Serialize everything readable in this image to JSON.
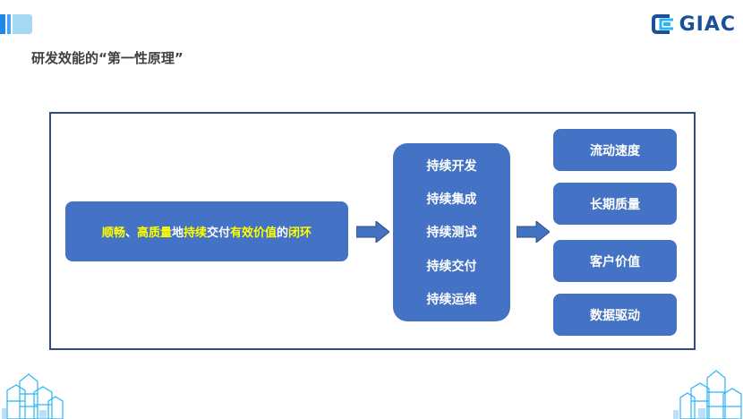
{
  "slide": {
    "title": "研发效能的“第一性原理”",
    "logo_text": "GIAC"
  },
  "loop_box": {
    "segments": [
      {
        "text": "顺畅",
        "highlight": true
      },
      {
        "text": "、",
        "highlight": false
      },
      {
        "text": "高质量",
        "highlight": true
      },
      {
        "text": "地",
        "highlight": false
      },
      {
        "text": "持续",
        "highlight": true
      },
      {
        "text": "交付",
        "highlight": false
      },
      {
        "text": "有效价值",
        "highlight": true
      },
      {
        "text": "的",
        "highlight": false
      },
      {
        "text": "闭环",
        "highlight": true
      }
    ]
  },
  "continuous": {
    "items": [
      "持续开发",
      "持续集成",
      "持续测试",
      "持续交付",
      "持续运维"
    ]
  },
  "outcomes": {
    "items": [
      "流动速度",
      "长期质量",
      "客户价值",
      "数据驱动"
    ]
  },
  "colors": {
    "box": "#4472c4",
    "highlight": "#ffff00",
    "frame": "#2e4d7b",
    "title": "#404040"
  }
}
